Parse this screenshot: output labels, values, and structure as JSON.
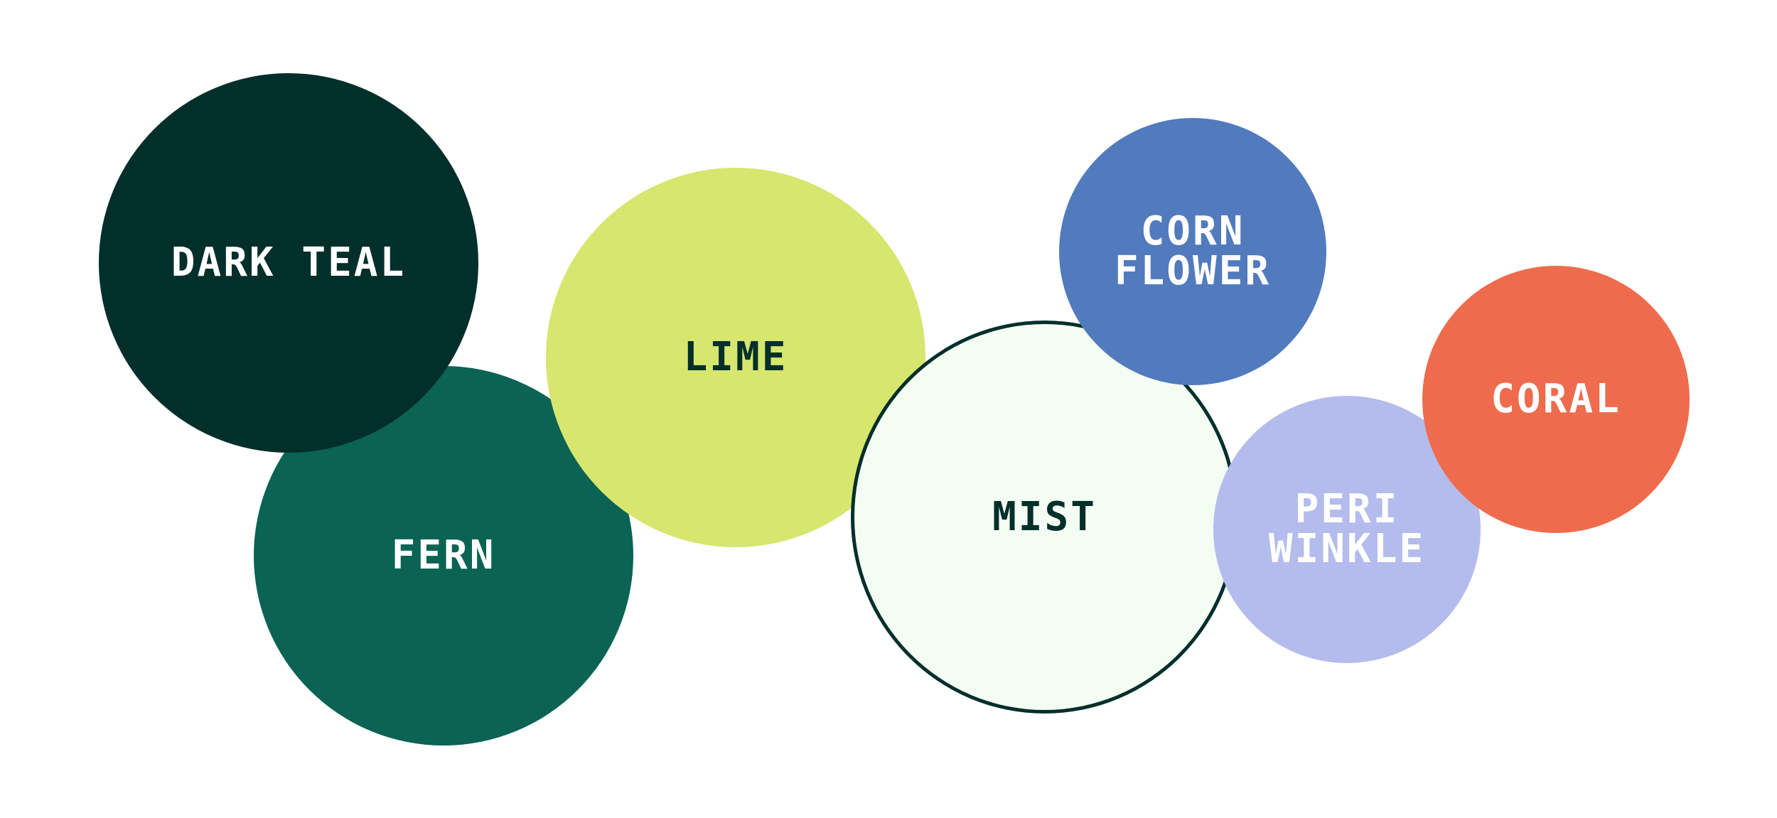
{
  "swatches": [
    {
      "id": "dark-teal",
      "label": "DARK TEAL",
      "fill": "#022f2a",
      "text_color": "#ffffff"
    },
    {
      "id": "fern",
      "label": "FERN",
      "fill": "#0a6353",
      "text_color": "#ffffff"
    },
    {
      "id": "lime",
      "label": "LIME",
      "fill": "#d6e66e",
      "text_color": "#022f2a"
    },
    {
      "id": "mist",
      "label": "MIST",
      "fill": "#f4fdf3",
      "text_color": "#022f2a",
      "outline": "#022f2a"
    },
    {
      "id": "cornflower",
      "label": "CORN\nFLOWER",
      "fill": "#527bbd",
      "text_color": "#ffffff"
    },
    {
      "id": "periwinkle",
      "label": "PERI\nWINKLE",
      "fill": "#b3bcec",
      "text_color": "#ffffff"
    },
    {
      "id": "coral",
      "label": "CORAL",
      "fill": "#ee6c4d",
      "text_color": "#ffffff"
    }
  ]
}
